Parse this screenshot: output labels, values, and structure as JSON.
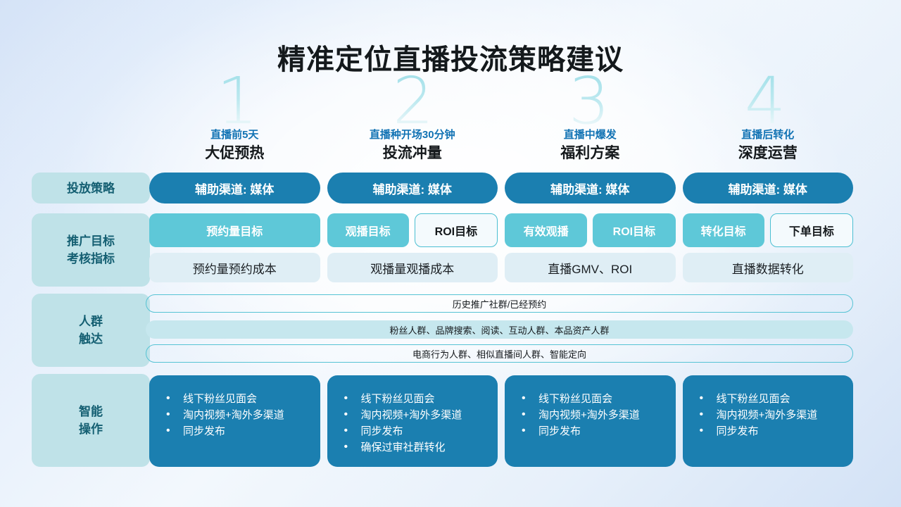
{
  "title": "精准定位直播投流策略建议",
  "ghost_numbers": [
    "1",
    "2",
    "3",
    "4"
  ],
  "colors": {
    "dark_blue": "#1B7FB0",
    "teal": "#5EC8D8",
    "pale_blue": "#DFEEF5",
    "rail_teal": "#BFE2E8",
    "accent_text": "#1273B4",
    "background": "#D5E3F7"
  },
  "columns": [
    {
      "phase": "直播前5天",
      "name": "大促预热"
    },
    {
      "phase": "直播种开场30分钟",
      "name": "投流冲量"
    },
    {
      "phase": "直播中爆发",
      "name": "福利方案"
    },
    {
      "phase": "直播后转化",
      "name": "深度运营"
    }
  ],
  "rail": [
    {
      "label": "投放策略"
    },
    {
      "label_line1": "推广目标",
      "label_line2": "考核指标"
    },
    {
      "label_line1": "人群",
      "label_line2": "触达"
    },
    {
      "label_line1": "智能",
      "label_line2": "操作"
    }
  ],
  "channels": [
    "辅助渠道: 媒体",
    "辅助渠道: 媒体",
    "辅助渠道: 媒体",
    "辅助渠道: 媒体"
  ],
  "goals": [
    [
      {
        "label": "预约量目标",
        "style": "filled"
      }
    ],
    [
      {
        "label": "观播目标",
        "style": "filled"
      },
      {
        "label": "ROI目标",
        "style": "outlined"
      }
    ],
    [
      {
        "label": "有效观播",
        "style": "filled"
      },
      {
        "label": "ROI目标",
        "style": "filled"
      }
    ],
    [
      {
        "label": "转化目标",
        "style": "filled"
      },
      {
        "label": "下单目标",
        "style": "outlined"
      }
    ]
  ],
  "metrics": [
    "预约量预约成本",
    "观播量观播成本",
    "直播GMV、ROI",
    "直播数据转化"
  ],
  "audience_bars": [
    {
      "label": "历史推广社群/已经预约",
      "style": "outlined"
    },
    {
      "label": "粉丝人群、品牌搜索、阅读、互动人群、本品资产人群",
      "style": "filled"
    },
    {
      "label": "电商行为人群、相似直播间人群、智能定向",
      "style": "outlined"
    }
  ],
  "actions": [
    {
      "items": [
        "线下粉丝见面会",
        "淘内视频+淘外多渠道",
        "同步发布"
      ]
    },
    {
      "items": [
        "线下粉丝见面会",
        "淘内视频+淘外多渠道",
        "同步发布",
        "确保过审社群转化"
      ]
    },
    {
      "items": [
        "线下粉丝见面会",
        "淘内视频+淘外多渠道",
        "同步发布"
      ]
    },
    {
      "items": [
        "线下粉丝见面会",
        "淘内视频+淘外多渠道",
        "同步发布"
      ]
    }
  ]
}
